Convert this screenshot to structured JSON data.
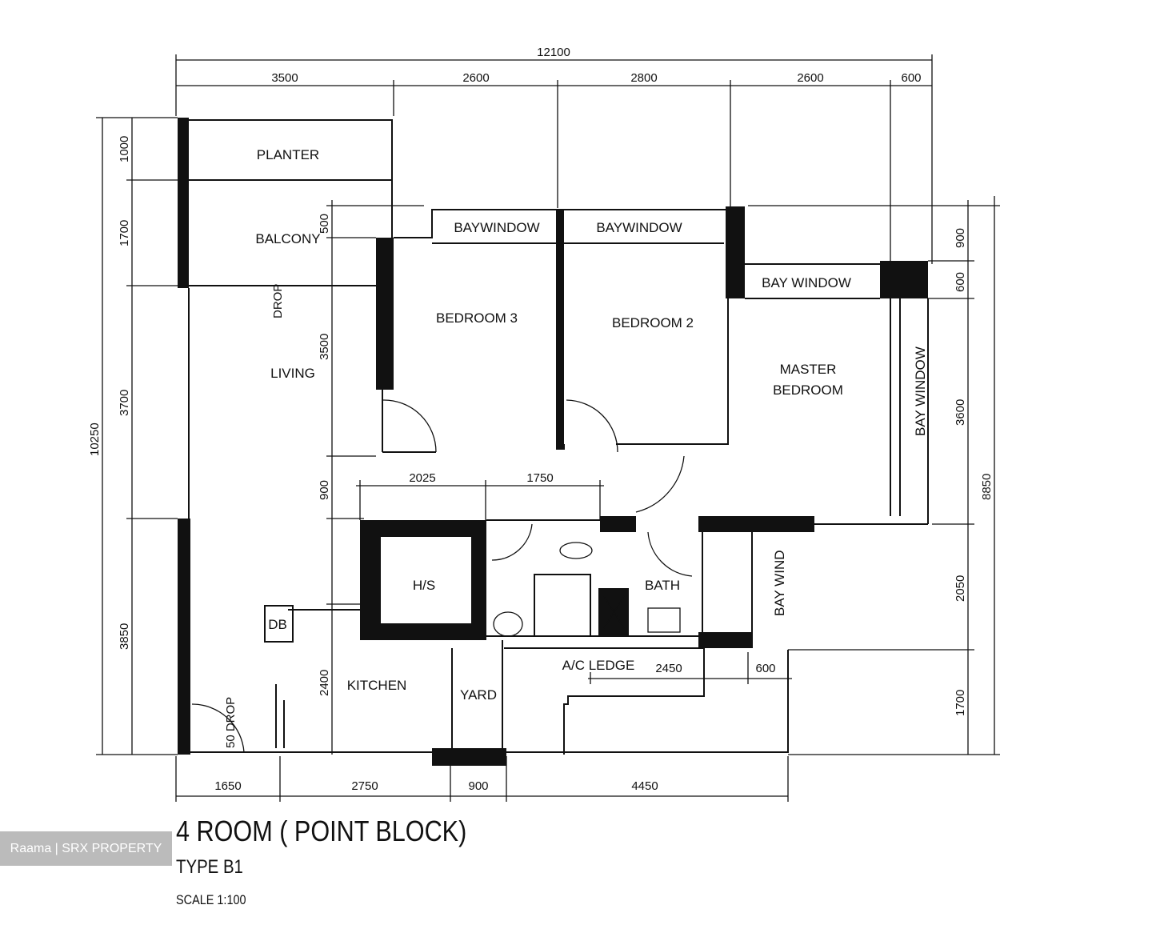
{
  "plan": {
    "title": "4 ROOM ( POINT BLOCK)",
    "type": "TYPE B1",
    "scale": "SCALE 1:100",
    "watermark": "Raama | SRX PROPERTY"
  },
  "rooms": {
    "planter": "PLANTER",
    "balcony": "BALCONY",
    "living": "LIVING",
    "drop": "DROP",
    "bedroom3": "BEDROOM 3",
    "bedroom2": "BEDROOM 2",
    "baywindow1": "BAYWINDOW",
    "baywindow2": "BAYWINDOW",
    "baywindow3": "BAY WINDOW",
    "master_line1": "MASTER",
    "master_line2": "BEDROOM",
    "baywindow_vertical": "BAY WINDOW",
    "baywindow_small": "BAY WIND",
    "hs": "H/S",
    "bath": "BATH",
    "kitchen": "KITCHEN",
    "yard": "YARD",
    "ac_ledge": "A/C LEDGE",
    "db": "DB",
    "drop_entry": "50 DROP"
  },
  "dimensions": {
    "top_total": "12100",
    "top": [
      "3500",
      "2600",
      "2800",
      "2600",
      "600"
    ],
    "left_total": "10250",
    "left": [
      "1000",
      "1700",
      "3700",
      "3850"
    ],
    "inner_left": [
      "500",
      "3500",
      "900",
      "2400"
    ],
    "right": [
      "900",
      "600",
      "3600",
      "2050",
      "1700"
    ],
    "right_total": "8850",
    "bottom": [
      "1650",
      "2750",
      "900",
      "4450"
    ],
    "service": [
      "2025",
      "1750"
    ],
    "ledge": [
      "2450",
      "600"
    ]
  }
}
